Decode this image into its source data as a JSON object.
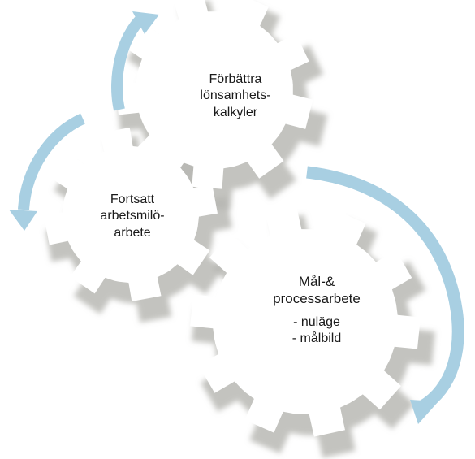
{
  "gears": {
    "top": {
      "line1": "Förbättra",
      "line2": "lönsamhets-",
      "line3": "kalkyler"
    },
    "left": {
      "line1": "Fortsatt",
      "line2": "arbetsmilö-",
      "line3": "arbete"
    },
    "bottom": {
      "line1": "Mål-&",
      "line2": "processarbete",
      "item1": "- nuläge",
      "item2": "- målbild"
    }
  },
  "colors": {
    "gear_fill": "#ffffff",
    "gear_shadow": "#b9b9b4",
    "arrow": "#a8cfe2",
    "text": "#1a1a1a"
  },
  "icons": {
    "cycle_arrow": "curved-arrow-icon",
    "gear": "gear-icon"
  }
}
